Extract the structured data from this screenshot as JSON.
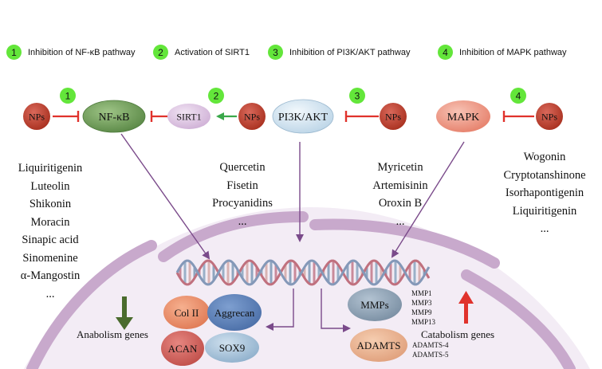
{
  "legend": [
    {
      "num": "1",
      "label": "Inhibition of NF-κB pathway"
    },
    {
      "num": "2",
      "label": "Activation of SIRT1"
    },
    {
      "num": "3",
      "label": "Inhibition of PI3K/AKT pathway"
    },
    {
      "num": "4",
      "label": "Inhibition of MAPK  pathway"
    }
  ],
  "nodes": {
    "nps": "NPs",
    "nfkb": "NF-κB",
    "sirt1": "SIRT1",
    "pi3k": "PI3K/AKT",
    "mapk": "MAPK"
  },
  "badges": [
    "1",
    "2",
    "3",
    "4"
  ],
  "compounds": {
    "group1": [
      "Liquiritigenin",
      "Luteolin",
      "Shikonin",
      "Moracin",
      "Sinapic acid",
      "Sinomenine",
      "α-Mangostin",
      "..."
    ],
    "group2": [
      "Quercetin",
      "Fisetin",
      "Procyanidins",
      "..."
    ],
    "group3": [
      "Myricetin",
      "Artemisinin",
      "Oroxin B",
      "..."
    ],
    "group4": [
      "Wogonin",
      "Cryptotanshinone",
      "Isorhapontigenin",
      "Liquiritigenin",
      "..."
    ]
  },
  "anabolic": {
    "label": "Anabolism genes",
    "blobs": [
      "Col II",
      "Aggrecan",
      "ACAN",
      "SOX9"
    ]
  },
  "catabolic": {
    "label": "Catabolism genes",
    "mmps": "MMPs",
    "mmp_list": [
      "MMP1",
      "MMP3",
      "MMP9",
      "MMP13"
    ],
    "adamts": "ADAMTS",
    "adamts_list": [
      "ADAMTS-4",
      "ADAMTS-5"
    ]
  },
  "colors": {
    "nps": "#b83a2c",
    "nfkb": "#6e9a55",
    "sirt1": "#dcc4e0",
    "pi3k": "#d6e6f2",
    "mapk": "#ee9a88",
    "badge": "#63e63a",
    "inhibit": "#e0322c",
    "activate": "#3aa84a",
    "cell": "#c8a9cc",
    "arrow": "#7a4a8a"
  }
}
